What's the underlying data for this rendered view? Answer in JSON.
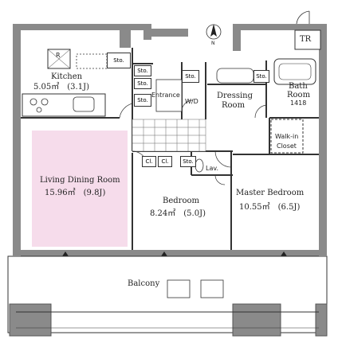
{
  "labels": {
    "kitchen": "Kitchen",
    "kitchen_area": "5.05㎡　(3.1J)",
    "entrance": "Entrance",
    "wd": "W/D",
    "dressing_room_1": "Dressing",
    "dressing_room_2": "Room",
    "bath_room_1": "Bath",
    "bath_room_2": "Room",
    "bath_size": "1418",
    "walk_in_1": "Walk-in",
    "walk_in_2": "Closet",
    "living_dining": "Living Dining Room",
    "living_dining_area": "15.96㎡　(9.8J)",
    "bedroom": "Bedroom",
    "bedroom_area": "8.24㎡　(5.0J)",
    "master_bedroom": "Master Bedroom",
    "master_bedroom_area": "10.55㎡　(6.5J)",
    "lav": "Lav.",
    "balcony": "Balcony",
    "tr": "TR",
    "north": "N",
    "r": "R"
  },
  "storage": {
    "sto_1": "Sto.",
    "sto_2": "Sto.",
    "sto_3": "Sto.",
    "sto_4": "Sto.",
    "sto_5": "Sto.",
    "sto_6": "Sto.",
    "sto_7": "Sto.",
    "cl_1": "Cl.",
    "cl_2": "Cl."
  },
  "colors": {
    "living_fill": "#f6dceb",
    "wall": "#8a8a8a",
    "wall_dark": "#555555",
    "line": "#333333"
  }
}
